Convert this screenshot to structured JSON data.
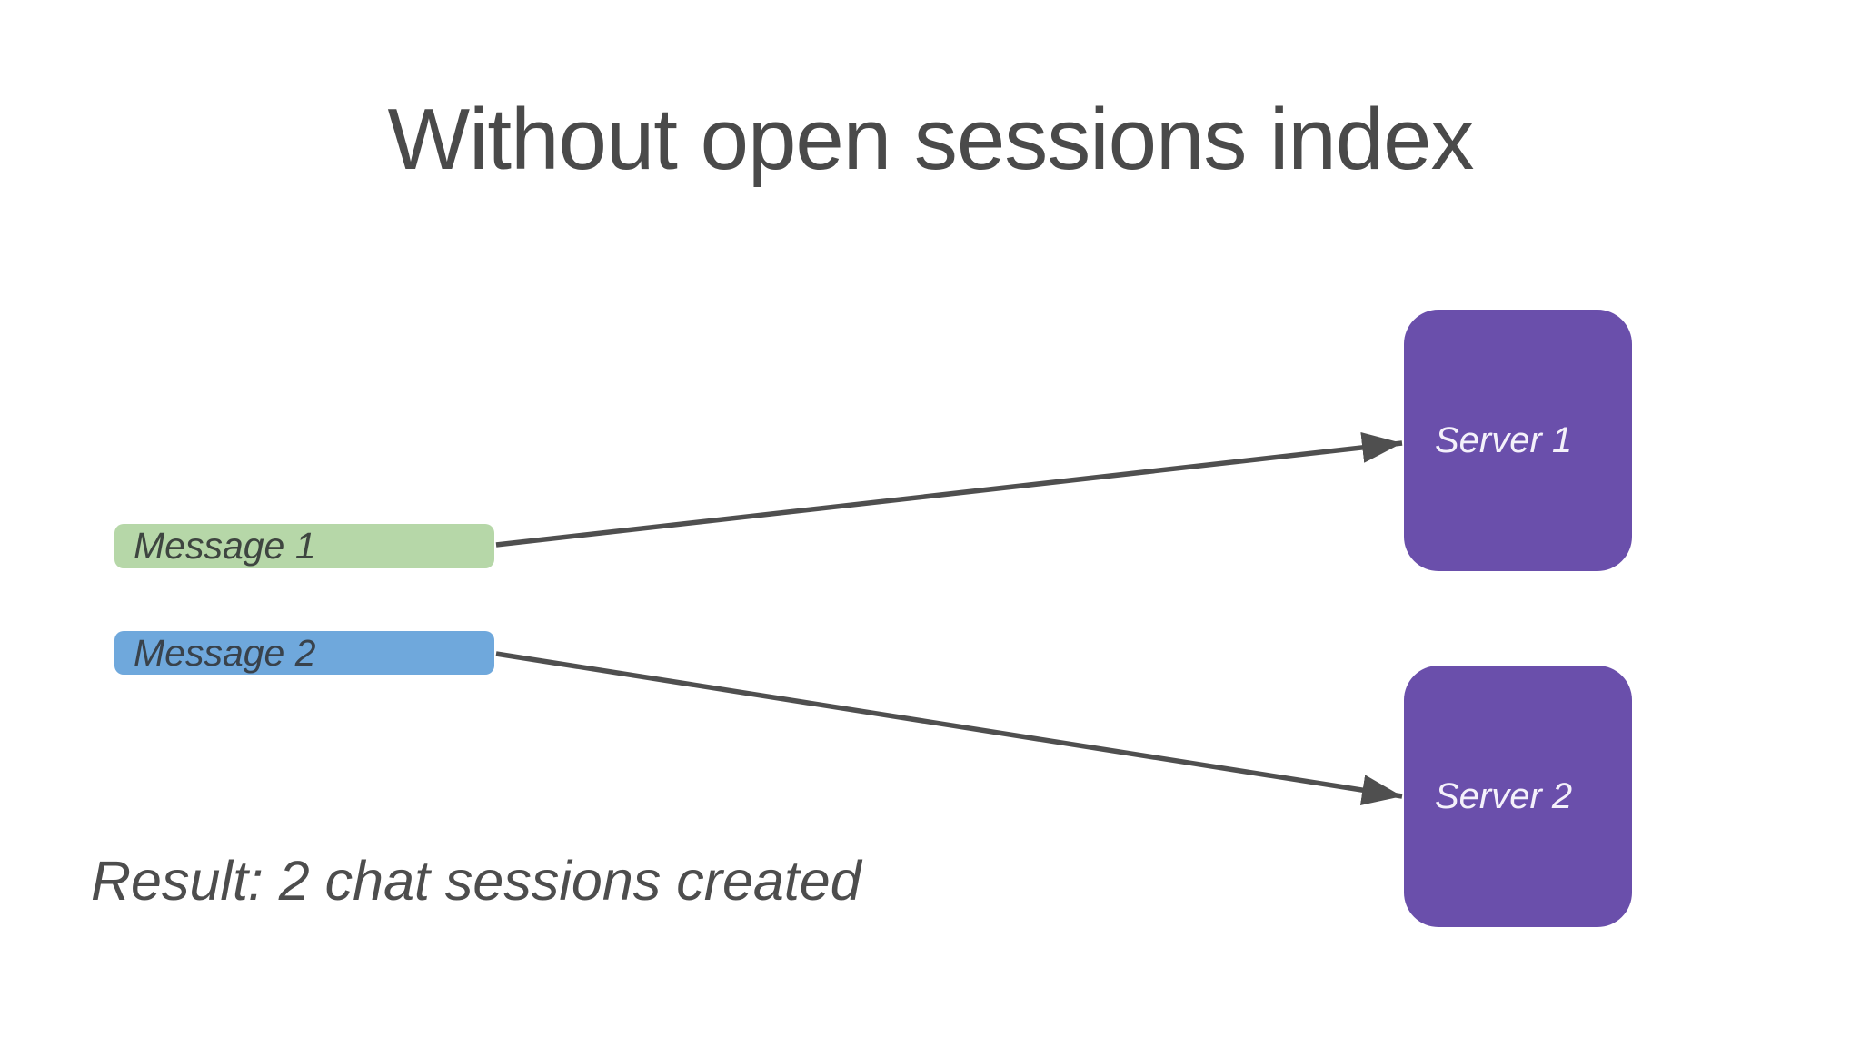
{
  "title": "Without open sessions index",
  "caption": "Result: 2 chat sessions created",
  "nodes": {
    "message1": {
      "label": "Message 1",
      "fill": "#b6d7a8",
      "text_color": "#3e4540"
    },
    "message2": {
      "label": "Message 2",
      "fill": "#6fa8dc",
      "text_color": "#39424b"
    },
    "server1": {
      "label": "Server 1",
      "fill": "#6a4fab",
      "text_color": "#f4f1fa"
    },
    "server2": {
      "label": "Server 2",
      "fill": "#6a4fab",
      "text_color": "#f4f1fa"
    }
  },
  "edges": [
    {
      "from": "message1",
      "to": "server1"
    },
    {
      "from": "message2",
      "to": "server2"
    }
  ],
  "colors": {
    "background": "#ffffff",
    "arrow": "#4f4f4f",
    "title_text": "#4a4a4a",
    "caption_text": "#4d4d4d"
  }
}
